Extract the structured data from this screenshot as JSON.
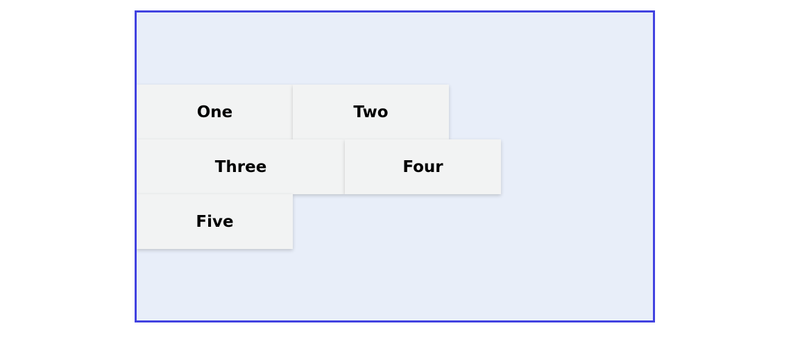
{
  "items": [
    {
      "label": "One"
    },
    {
      "label": "Two"
    },
    {
      "label": "Three"
    },
    {
      "label": "Four"
    },
    {
      "label": "Five"
    }
  ],
  "colors": {
    "frame_border": "#4142e0",
    "frame_background": "#e8eef9",
    "box_background": "#f2f3f3"
  }
}
